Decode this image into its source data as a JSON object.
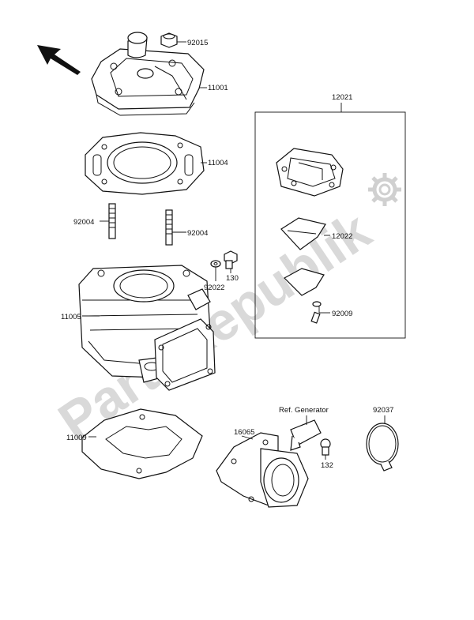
{
  "watermark": {
    "text": "PartsRepublik"
  },
  "colors": {
    "ink": "#111111",
    "watermark": "#d9d9d9",
    "background": "#ffffff"
  },
  "icons": {
    "direction": "front-arrow-icon",
    "gear": "gear-icon"
  },
  "callouts": {
    "p92015": "92015",
    "p11001": "11001",
    "p11004": "11004",
    "p92004_left": "92004",
    "p92004_right": "92004",
    "p130": "130",
    "p92022": "92022",
    "p11005": "11005",
    "p12021": "12021",
    "p12022": "12022",
    "p92009": "92009",
    "ref_generator": "Ref. Generator",
    "p16065": "16065",
    "p132": "132",
    "p92037": "92037",
    "p11009": "11009"
  }
}
